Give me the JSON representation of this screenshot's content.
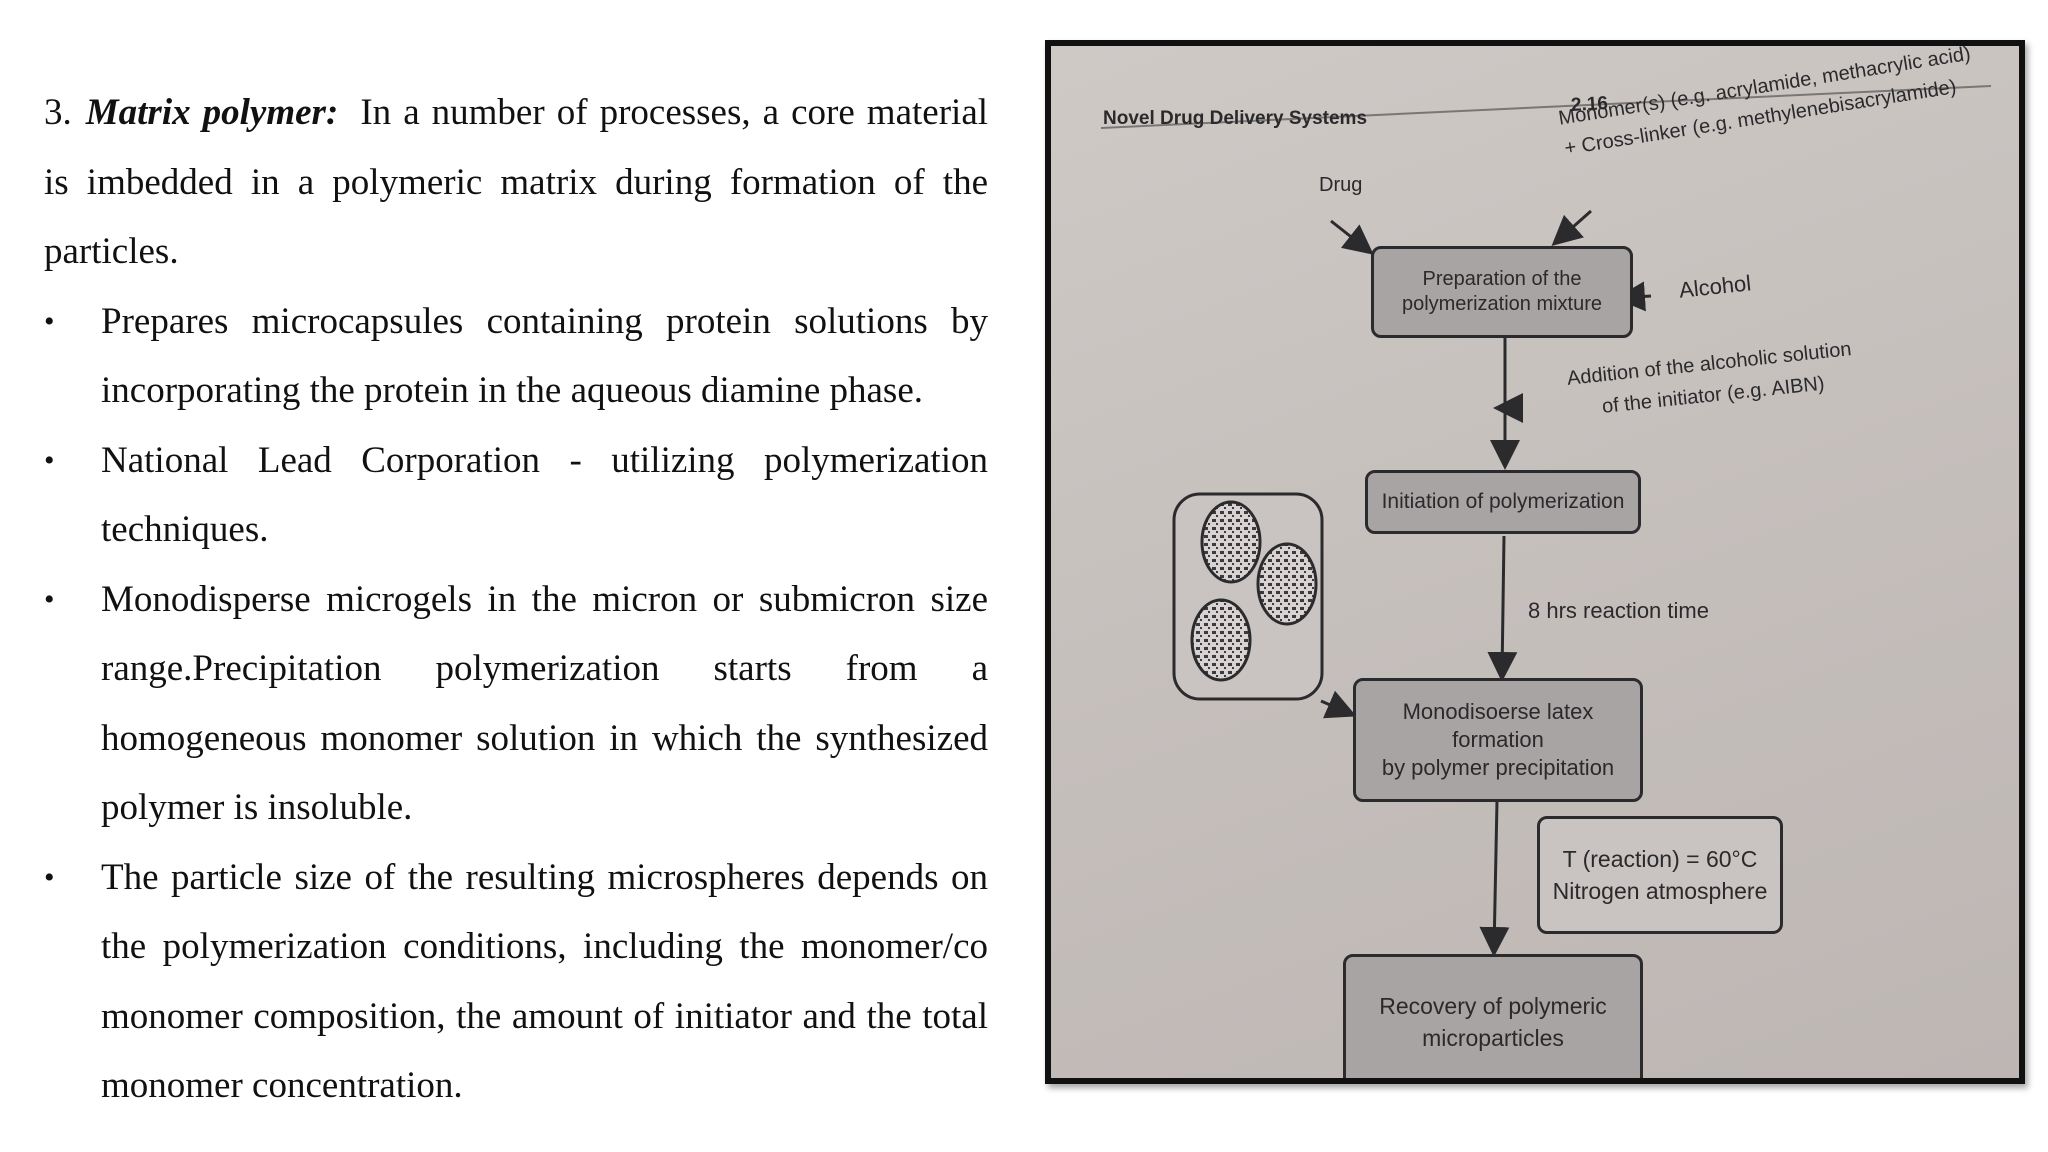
{
  "section": {
    "number": "3.",
    "title": "Matrix polymer:",
    "intro": "In a number of processes, a core material is imbedded in a polymeric matrix during formation of the particles."
  },
  "bullets": [
    "Prepares microcapsules containing protein solutions by incorporating the protein in the aqueous diamine phase.",
    "National Lead Corporation - utilizing polymerization techniques.",
    "Monodisperse microgels in the micron or submicron size range.Precipitation polymerization starts from a homogeneous monomer solution in which the synthesized polymer is insoluble.",
    "The particle size of the resulting microspheres depends on the polymerization conditions, including the monomer/co monomer composition, the amount of initiator and the total monomer concentration."
  ],
  "bullet_symbol": "•",
  "figure": {
    "header_left": "Novel Drug Delivery Systems",
    "header_right": "2.16",
    "drug_label": "Drug",
    "monomer_line1": "Monomer(s) (e.g. acrylamide, methacrylic acid)",
    "monomer_line2": "+ Cross-linker (e.g. methylenebisacrylamide)",
    "box1_line1": "Preparation of the",
    "box1_line2": "polymerization mixture",
    "alcohol_label": "Alcohol",
    "addition_line1": "Addition of the alcoholic solution",
    "addition_line2": "of the initiator (e.g. AIBN)",
    "box2": "Initiation of polymerization",
    "reaction_time": "8 hrs reaction time",
    "box3_line1": "Monodisoerse latex",
    "box3_line2": "formation",
    "box3_line3": "by polymer precipitation",
    "conditions_line1": "T (reaction) = 60°C",
    "conditions_line2": "Nitrogen atmosphere",
    "box4_line1": "Recovery of polymeric",
    "box4_line2": "microparticles"
  },
  "colors": {
    "page_bg": "#ffffff",
    "text": "#111111",
    "photo_bg": "#c8c2bf",
    "box_fill": "#a9a4a4"
  }
}
